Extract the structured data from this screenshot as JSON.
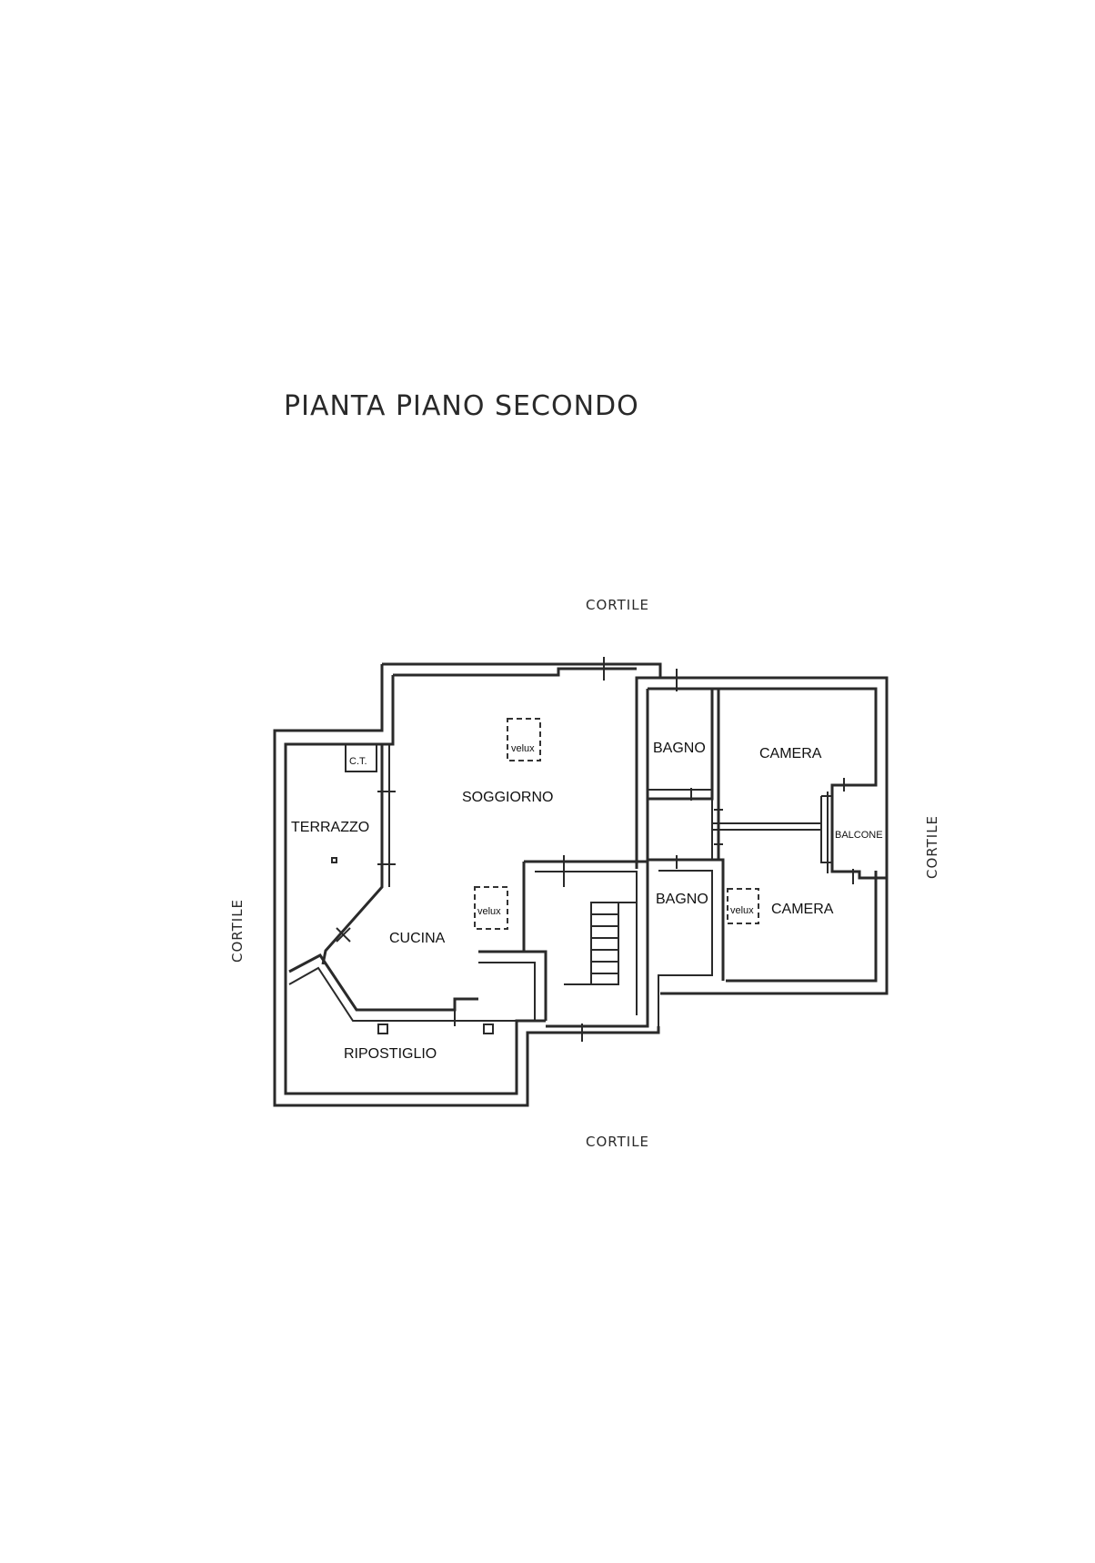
{
  "title": "PIANTA PIANO SECONDO",
  "surroundings": {
    "north": "CORTILE",
    "south": "CORTILE",
    "west": "CORTILE",
    "east": "CORTILE"
  },
  "rooms": {
    "soggiorno": "SOGGIORNO",
    "cucina": "CUCINA",
    "terrazzo": "TERRAZZO",
    "ct": "C.T.",
    "ripostiglio": "RIPOSTIGLIO",
    "bagno_1": "BAGNO",
    "bagno_2": "BAGNO",
    "camera_1": "CAMERA",
    "camera_2": "CAMERA",
    "balcone": "BALCONE"
  },
  "skylights": {
    "velux_1": "velux",
    "velux_2": "velux",
    "velux_3": "velux"
  }
}
